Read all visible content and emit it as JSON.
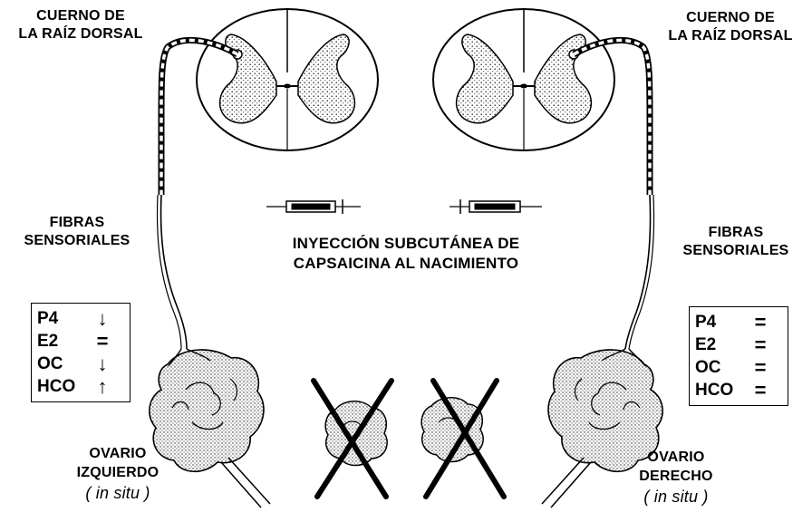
{
  "labels": {
    "horn_left_1": "CUERNO DE",
    "horn_left_2": "LA RAÍZ DORSAL",
    "horn_right_1": "CUERNO DE",
    "horn_right_2": "LA RAÍZ DORSAL",
    "fibers_left_1": "FIBRAS",
    "fibers_left_2": "SENSORIALES",
    "fibers_right_1": "FIBRAS",
    "fibers_right_2": "SENSORIALES",
    "injection_1": "INYECCIÓN SUBCUTÁNEA DE",
    "injection_2": "CAPSAICINA AL NACIMIENTO",
    "ovary_left_1": "OVARIO",
    "ovary_left_2": "IZQUIERDO",
    "ovary_left_3": "( in situ )",
    "ovary_right_1": "OVARIO",
    "ovary_right_2": "DERECHO",
    "ovary_right_3": "( in situ )"
  },
  "hormones_left": [
    {
      "name": "P4",
      "symbol": "↓"
    },
    {
      "name": "E2",
      "symbol": "="
    },
    {
      "name": "OC",
      "symbol": "↓"
    },
    {
      "name": "HCO",
      "symbol": "↑"
    }
  ],
  "hormones_right": [
    {
      "name": "P4",
      "symbol": "="
    },
    {
      "name": "E2",
      "symbol": "="
    },
    {
      "name": "OC",
      "symbol": "="
    },
    {
      "name": "HCO",
      "symbol": "="
    }
  ]
}
